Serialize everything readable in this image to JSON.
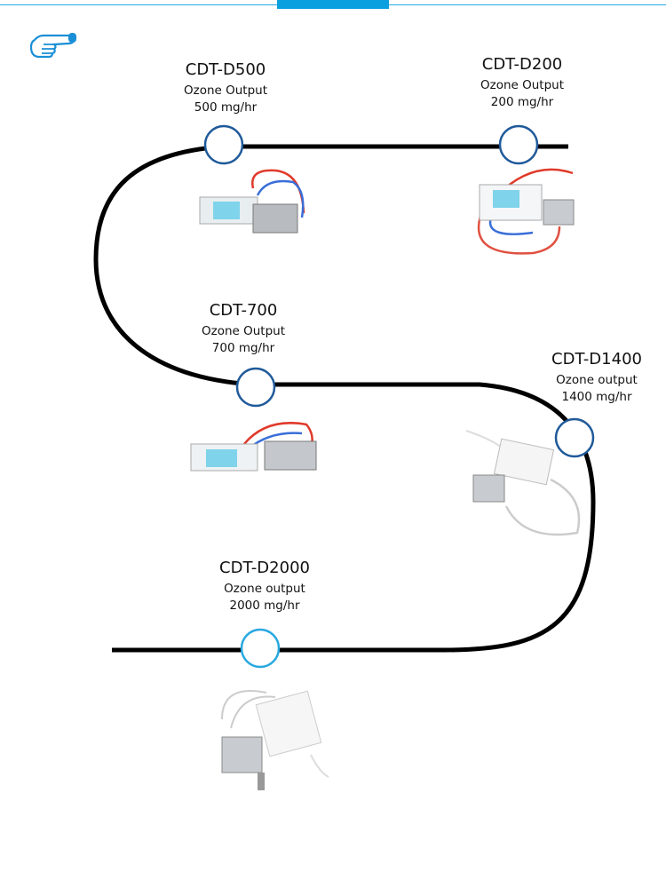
{
  "colors": {
    "accent": "#0aa0e0",
    "node": "#1f5a9a",
    "node_last": "#29a8e0",
    "track": "#000000"
  },
  "icons": {
    "header": "pointing-hand-icon"
  },
  "products": [
    {
      "model": "CDT-D500",
      "output_label": "Ozone Output",
      "output_value": "500 mg/hr"
    },
    {
      "model": "CDT-D200",
      "output_label": "Ozone Output",
      "output_value": "200 mg/hr"
    },
    {
      "model": "CDT-700",
      "output_label": "Ozone Output",
      "output_value": "700 mg/hr"
    },
    {
      "model": "CDT-D1400",
      "output_label": "Ozone output",
      "output_value": "1400 mg/hr"
    },
    {
      "model": "CDT-D2000",
      "output_label": "Ozone output",
      "output_value": "2000 mg/hr"
    }
  ]
}
